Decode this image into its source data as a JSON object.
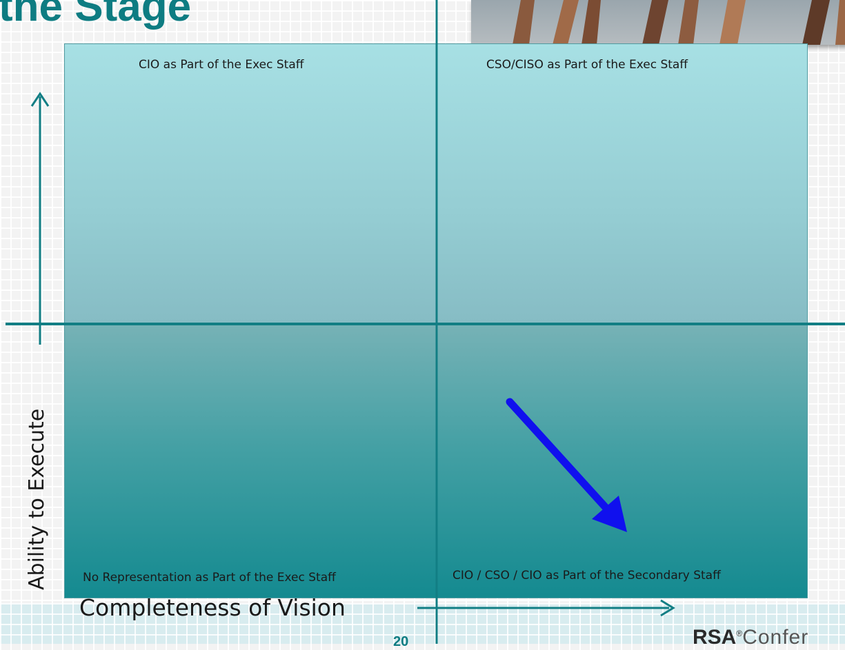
{
  "slide": {
    "title": "the Stage",
    "page_number": "20",
    "logo": {
      "bold": "RSA",
      "mark": "®",
      "light": "Confer"
    }
  },
  "quadrants": {
    "top_left": "CIO as Part of the Exec Staff",
    "top_right": "CSO/CISO as Part of the Exec Staff",
    "bottom_left": "No Representation as Part of the Exec Staff",
    "bottom_right": "CIO / CSO / CIO as Part of the Secondary Staff"
  },
  "axes": {
    "x_label": "Completeness of Vision",
    "y_label": "Ability to Execute"
  },
  "colors": {
    "teal": "#0e7c82",
    "axis": "#127e84",
    "trend_arrow": "#1010ee"
  }
}
